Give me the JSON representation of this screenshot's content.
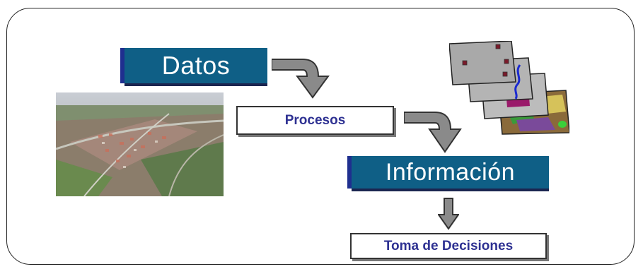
{
  "boxes": {
    "datos": "Datos",
    "procesos": "Procesos",
    "informacion": "Información",
    "toma": "Toma de Decisiones"
  },
  "colors": {
    "dark_box": "#0f5f86",
    "label_text": "#2e3192",
    "arrow": "#8a8a8a"
  },
  "icons": {
    "photo": "aerial-town-photo-icon",
    "layers": "gis-map-layers-icon",
    "arrow": "curved-arrow-icon"
  }
}
